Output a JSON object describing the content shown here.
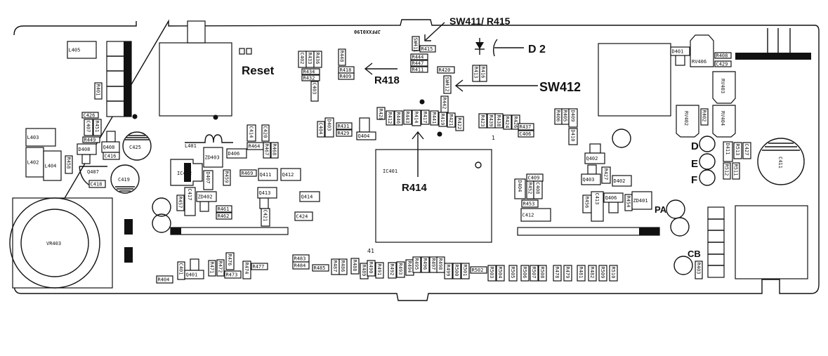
{
  "board_code": "JPFXX0190",
  "callouts": {
    "sw411_r415": "SW411/ R415",
    "d2": "D 2",
    "reset": "Reset",
    "r418": "R418",
    "sw412": "SW412",
    "r414": "R414"
  },
  "labels": {
    "ic401": "IC401",
    "ic402": "IC402",
    "vr403": "VR403",
    "q407": "Q407",
    "c425": "C425",
    "c419": "C419",
    "c411": "C411",
    "l401": "L401",
    "rv406": "RV406",
    "rv403": "RV403",
    "rv402": "RV402",
    "rv404": "RV404",
    "pin_1": "1",
    "pin_41": "41",
    "tp_d": "D",
    "tp_e": "E",
    "tp_f": "F",
    "tp_pa": "PA",
    "tp_cb": "CB"
  },
  "components": [
    "L405",
    "R401",
    "C426",
    "C407",
    "R451",
    "R449",
    "D408",
    "Q408",
    "C416",
    "L403",
    "L402",
    "L404",
    "R458",
    "C418",
    "ZD403",
    "D407",
    "C417",
    "R457",
    "ZD402",
    "R461",
    "R462",
    "D406",
    "C414",
    "C420",
    "R464",
    "R467",
    "R468",
    "R459",
    "R469",
    "Q411",
    "Q412",
    "Q413",
    "C421",
    "Q414",
    "C424",
    "C402",
    "R433",
    "R436",
    "R434",
    "R432",
    "C403",
    "R448",
    "R418",
    "R409",
    "SW411",
    "R415",
    "R444",
    "R447",
    "R411",
    "R420",
    "SW412",
    "R442",
    "R413",
    "R416",
    "R428",
    "R412",
    "R446",
    "R443",
    "R414",
    "R417",
    "R441",
    "R419",
    "R421",
    "R422",
    "R423",
    "R439",
    "R438",
    "R424",
    "R426",
    "R437",
    "C406",
    "R406",
    "R405",
    "D409",
    "D410",
    "C404",
    "D403",
    "R431",
    "R429",
    "Q404",
    "D401",
    "R408",
    "C429",
    "R402",
    "D411",
    "R513",
    "C427",
    "R512",
    "R511",
    "Q402",
    "Q403",
    "R427",
    "D402",
    "R456",
    "C413",
    "Q406",
    "R454",
    "ZD401",
    "C409",
    "D404",
    "R452",
    "C408",
    "R453",
    "C412",
    "R403",
    "R404",
    "C401",
    "Q401",
    "R471",
    "R472",
    "R476",
    "R473",
    "R474",
    "R477",
    "R483",
    "R484",
    "R485",
    "R487",
    "R486",
    "R488",
    "R489",
    "R490",
    "R491",
    "R492",
    "R493",
    "R494",
    "R495",
    "R496",
    "R497",
    "R498",
    "R499",
    "R500",
    "R501",
    "R502",
    "R503",
    "R504",
    "R505",
    "R506",
    "R507",
    "R508",
    "R478",
    "R479",
    "R481",
    "R482",
    "R509",
    "R510"
  ]
}
